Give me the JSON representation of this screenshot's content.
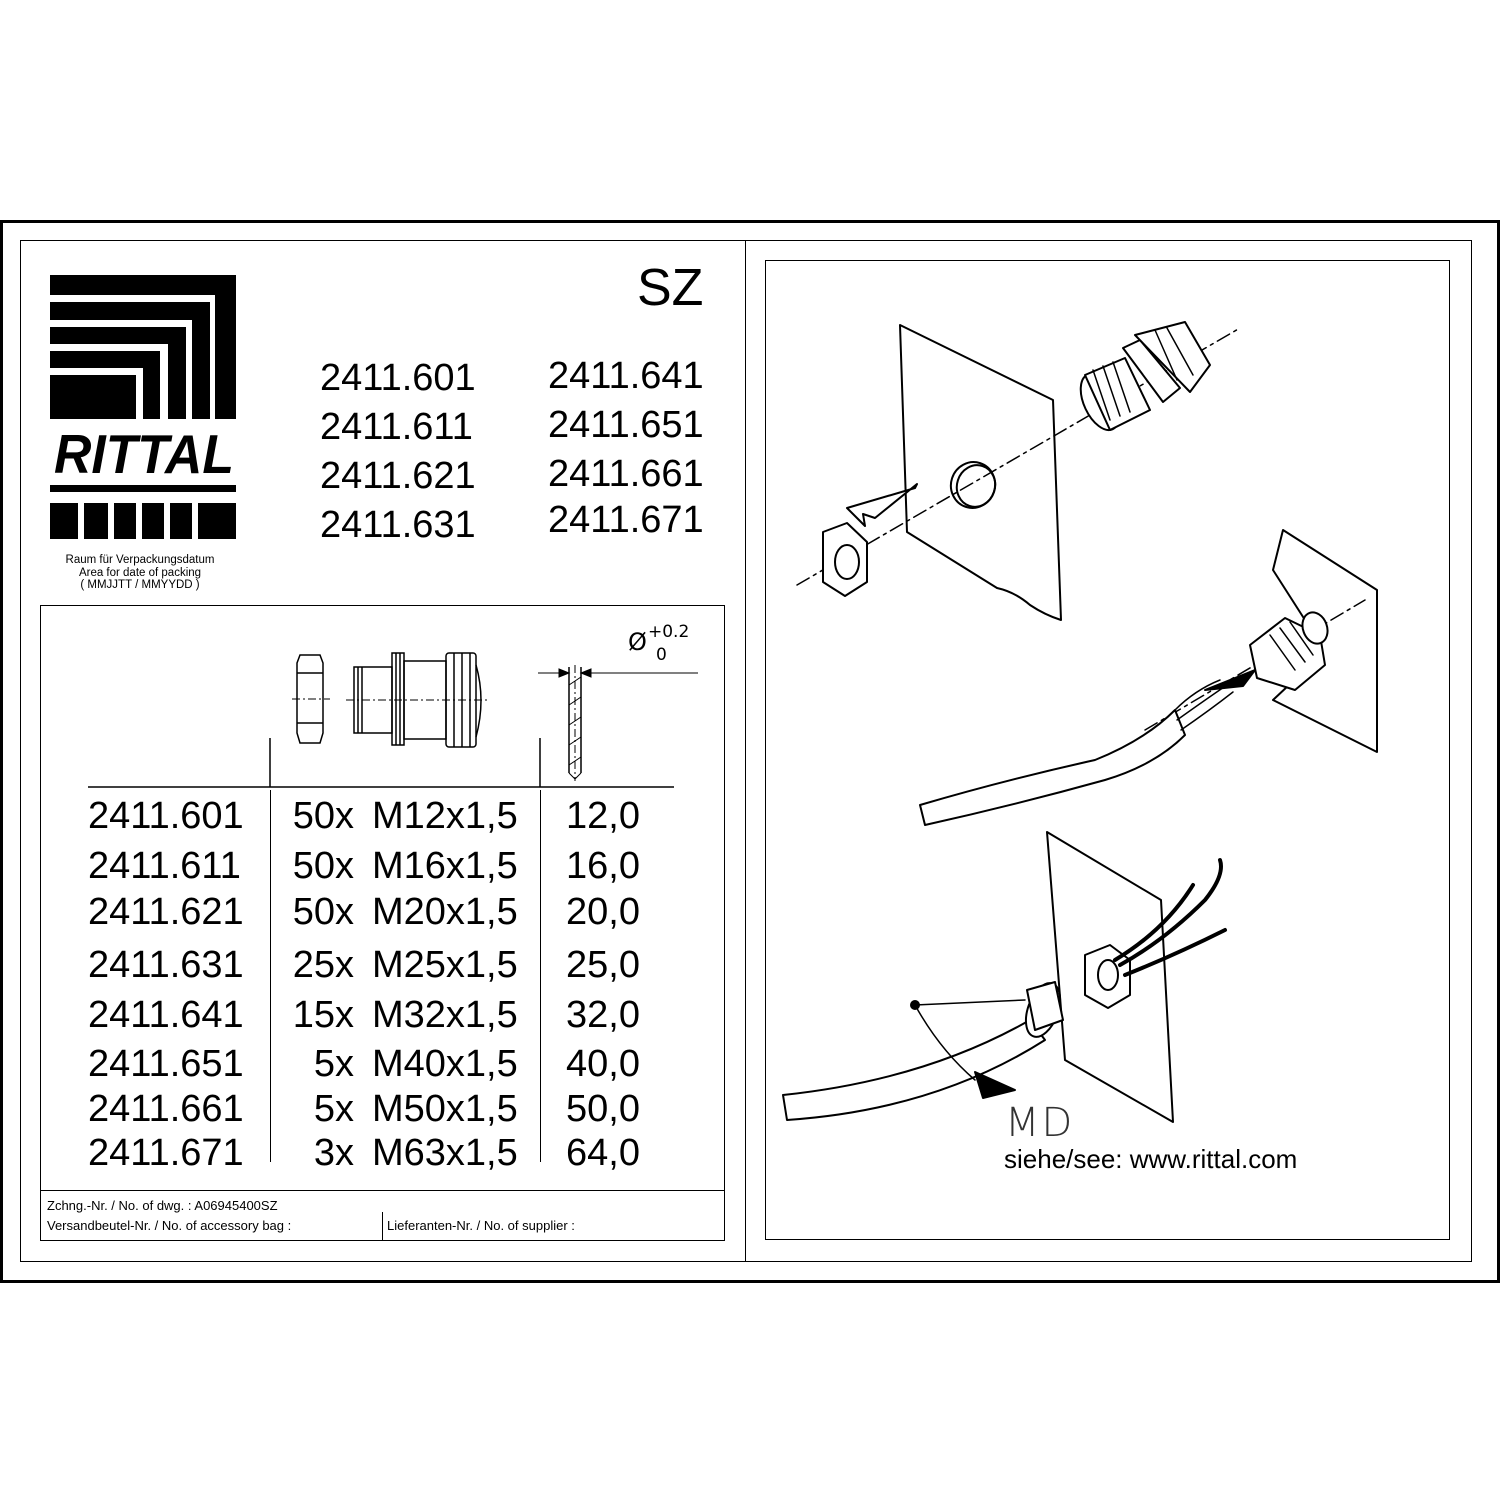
{
  "header": {
    "brand": "RITTAL",
    "code": "SZ",
    "article_numbers_left": [
      "2411.601",
      "2411.611",
      "2411.621",
      "2411.631"
    ],
    "article_numbers_right": [
      "2411.641",
      "2411.651",
      "2411.661",
      "2411.671"
    ]
  },
  "packing_area": {
    "line1": "Raum für Verpackungsdatum",
    "line2": "Area for date of packing",
    "line3": "( MMJJTT / MMYYDD )"
  },
  "table": {
    "tolerance": {
      "symbol": "Ø",
      "upper": "+0.2",
      "lower": "0"
    },
    "rows": [
      {
        "article": "2411.601",
        "qty": "50x",
        "thread": "M12x1,5",
        "diameter": "12,0"
      },
      {
        "article": "2411.611",
        "qty": "50x",
        "thread": "M16x1,5",
        "diameter": "16,0"
      },
      {
        "article": "2411.621",
        "qty": "50x",
        "thread": "M20x1,5",
        "diameter": "20,0"
      },
      {
        "article": "2411.631",
        "qty": "25x",
        "thread": "M25x1,5",
        "diameter": "25,0"
      },
      {
        "article": "2411.641",
        "qty": "15x",
        "thread": "M32x1,5",
        "diameter": "32,0"
      },
      {
        "article": "2411.651",
        "qty": "5x",
        "thread": "M40x1,5",
        "diameter": "40,0"
      },
      {
        "article": "2411.661",
        "qty": "5x",
        "thread": "M50x1,5",
        "diameter": "50,0"
      },
      {
        "article": "2411.671",
        "qty": "3x",
        "thread": "M63x1,5",
        "diameter": "64,0"
      }
    ]
  },
  "footer": {
    "drawing_no": "Zchng.-Nr. / No. of dwg. : A06945400SZ",
    "accessory_bag": "Versandbeutel-Nr. / No. of accessory bag :",
    "supplier": "Lieferanten-Nr. / No. of supplier :"
  },
  "assembly": {
    "label": "MD",
    "website_note": "siehe/see: www.rittal.com"
  }
}
